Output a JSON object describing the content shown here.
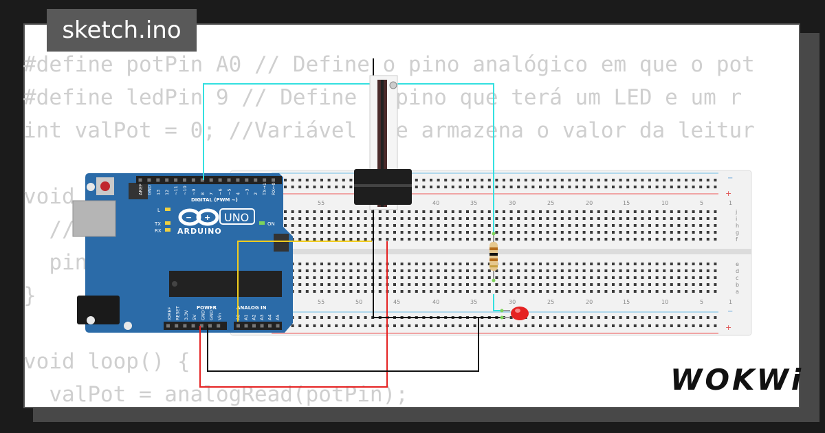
{
  "file_tab": {
    "label": "sketch.ino"
  },
  "code_lines": [
    "#define potPin A0 // Define o pino analógico em que o pot",
    "#define ledPin 9 // Define o pino que terá um LED e um r",
    "int valPot = 0; //Variável que armazena o valor da leitur",
    "",
    "void setup() {",
    "  // Define o pino",
    "  pinMode(ledPin, OUTPUT);  // Define o pino",
    "}",
    "",
    "void loop() {",
    "  valPot = analogRead(potPin);"
  ],
  "brand": {
    "logo_text": "WOKWi"
  },
  "arduino": {
    "brand": "ARDUINO",
    "model": "UNO",
    "on_label": "ON",
    "l_label": "L",
    "tx_label": "TX",
    "rx_label": "RX",
    "digital_header": "DIGITAL (PWM ~)",
    "digital_pins": [
      "AREF",
      "GND",
      "13",
      "12",
      "~11",
      "~10",
      "~9",
      "8",
      "7",
      "~6",
      "~5",
      "4",
      "~3",
      "2",
      "TX→1",
      "RX←0"
    ],
    "power_header": "POWER",
    "power_pins": [
      "IOREF",
      "RESET",
      "3.3V",
      "5V",
      "GND",
      "GND",
      "Vin"
    ],
    "analog_header": "ANALOG IN",
    "analog_pins": [
      "A0",
      "A1",
      "A2",
      "A3",
      "A4",
      "A5"
    ]
  },
  "breadboard": {
    "column_numbers_top": [
      "55",
      "40",
      "35",
      "30",
      "25",
      "20",
      "15",
      "10",
      "5",
      "1"
    ],
    "column_numbers_bottom": [
      "55",
      "50",
      "45",
      "40",
      "35",
      "30",
      "25",
      "20",
      "15",
      "10",
      "5",
      "1"
    ],
    "row_letters_top": [
      "j",
      "i",
      "h",
      "g",
      "f"
    ],
    "row_letters_bottom": [
      "e",
      "d",
      "c",
      "b",
      "a"
    ],
    "rail_minus": "−",
    "rail_plus": "+"
  },
  "colors": {
    "board": "#2b6ba8",
    "wire_cyan": "#33e0e0",
    "wire_yellow": "#f2cd1d",
    "wire_red": "#e52222",
    "wire_black": "#111111",
    "led": "#e52222",
    "tab_bg": "#595959"
  }
}
